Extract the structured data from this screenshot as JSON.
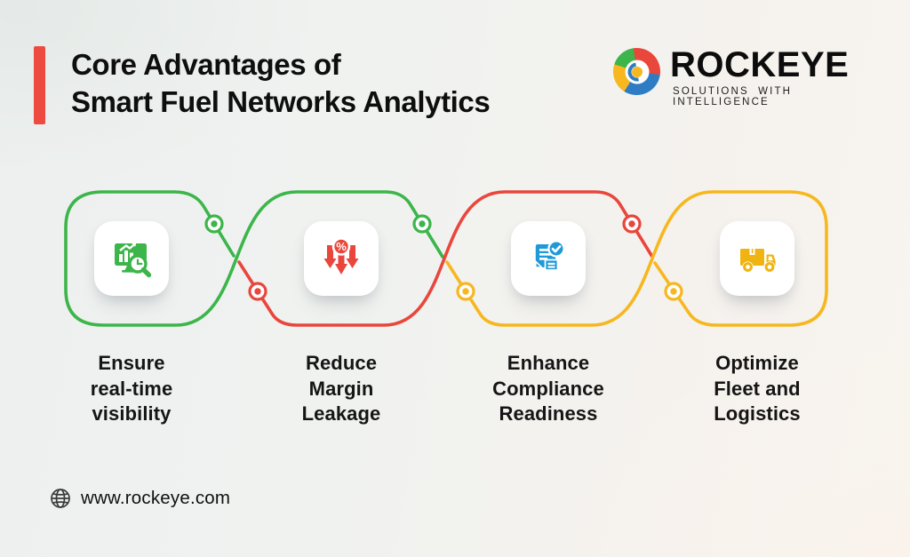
{
  "header": {
    "accent_bar_color": "#ee4b40",
    "title_line1": "Core Advantages of",
    "title_line2": "Smart Fuel Networks Analytics"
  },
  "brand": {
    "name": "ROCKEYE",
    "tagline": "SOLUTIONS WITH INTELLIGENCE",
    "logo_icon": "rockeye-swirl-logo",
    "logo_colors": {
      "green": "#3cb54a",
      "red": "#e9463c",
      "yellow": "#f6b71f",
      "blue": "#2e7dc4"
    }
  },
  "chain": {
    "loop_colors": {
      "green": "#3cb54a",
      "red": "#e9463c",
      "yellow": "#f6b71f"
    },
    "node_style": "ring-with-dot"
  },
  "advantages": [
    {
      "label": "Ensure\nreal-time\nvisibility",
      "icon": "analytics-dashboard-icon",
      "accent_color": "#3cb54a"
    },
    {
      "label": "Reduce\nMargin\nLeakage",
      "icon": "margin-drop-percent-icon",
      "accent_color": "#e9463c"
    },
    {
      "label": "Enhance\nCompliance\nReadiness",
      "icon": "compliance-document-check-icon",
      "accent_color": "#1f9ad6"
    },
    {
      "label": "Optimize\nFleet and\nLogistics",
      "icon": "delivery-truck-icon",
      "accent_color": "#f0b412"
    }
  ],
  "footer": {
    "website": "www.rockeye.com",
    "icon": "globe-icon"
  }
}
